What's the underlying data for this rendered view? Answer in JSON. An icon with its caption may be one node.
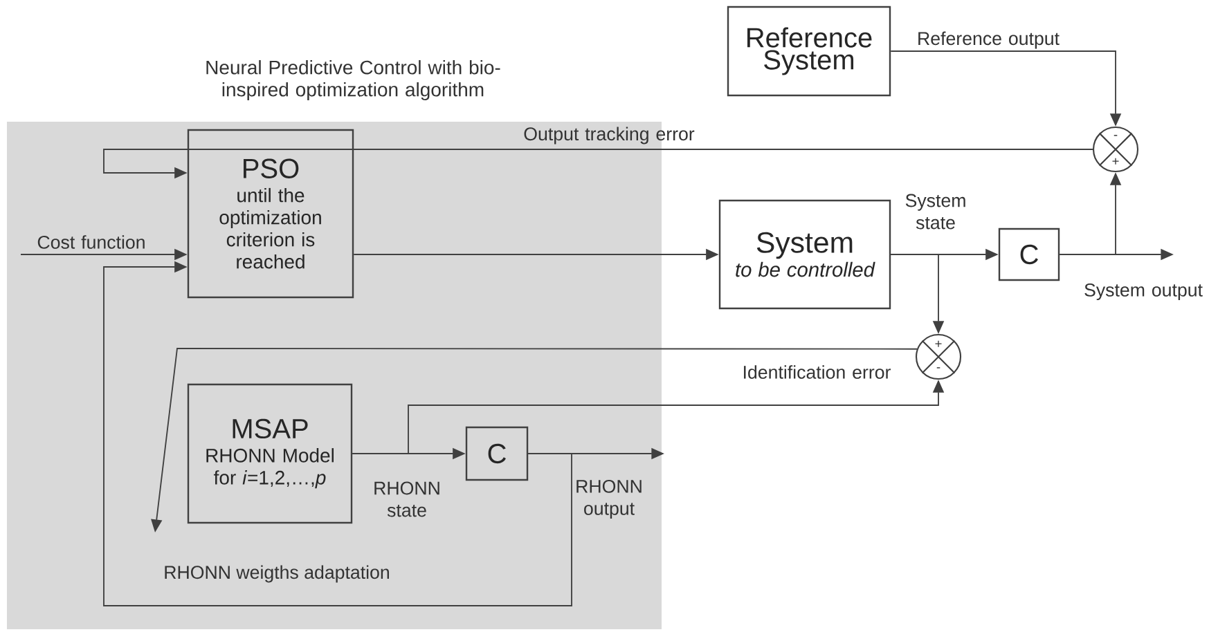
{
  "diagram": {
    "nodes": [
      {
        "text": [
          "Neural Predictive Control with bio-inspired optimization algorithm"
        ]
      },
      {
        "text": [
          "PSO",
          "until the optimization criterion is reached"
        ],
        "in": 0
      },
      {
        "text": [
          "MSAP",
          "RHONN Model for *i*=1,2,…,*p*"
        ],
        "in": 0
      },
      {
        "text": [
          "C"
        ],
        "in": 0
      },
      {
        "text": [
          "Reference System"
        ]
      },
      {
        "text": [],
        "shape": "circle"
      },
      {
        "text": [
          "System",
          "to be controlled"
        ]
      },
      {
        "text": [
          "C"
        ]
      },
      {
        "text": [],
        "shape": "circle"
      }
    ],
    "edges": [
      {
        "from": null,
        "to": 1,
        "arrow": "to",
        "label": "Cost function"
      },
      {
        "from": 1,
        "to": 6,
        "arrow": "to"
      },
      {
        "from": 6,
        "to": 7,
        "arrow": "to",
        "label": "System state"
      },
      {
        "from": 6,
        "to": 8,
        "arrow": "to"
      },
      {
        "from": 7,
        "to": null,
        "arrow": "to",
        "label": "System output"
      },
      {
        "from": 7,
        "to": 5,
        "arrow": "to"
      },
      {
        "from": 4,
        "to": 5,
        "arrow": "to",
        "label": "Reference output"
      },
      {
        "from": 5,
        "to": 1,
        "arrow": "to",
        "label": "Output tracking error"
      },
      {
        "from": 8,
        "to": null,
        "arrow": "to",
        "label": "Identification error"
      },
      {
        "from": 2,
        "to": 3,
        "arrow": "to",
        "label": "RHONN state"
      },
      {
        "from": 2,
        "to": 8,
        "arrow": "to"
      },
      {
        "from": 3,
        "to": null,
        "arrow": "to",
        "label": "RHONN output"
      },
      {
        "from": 3,
        "to": 1,
        "arrow": "to"
      }
    ],
    "labels": [
      "-",
      "+",
      "+",
      "-",
      "RHONN weigths adaptation"
    ]
  }
}
